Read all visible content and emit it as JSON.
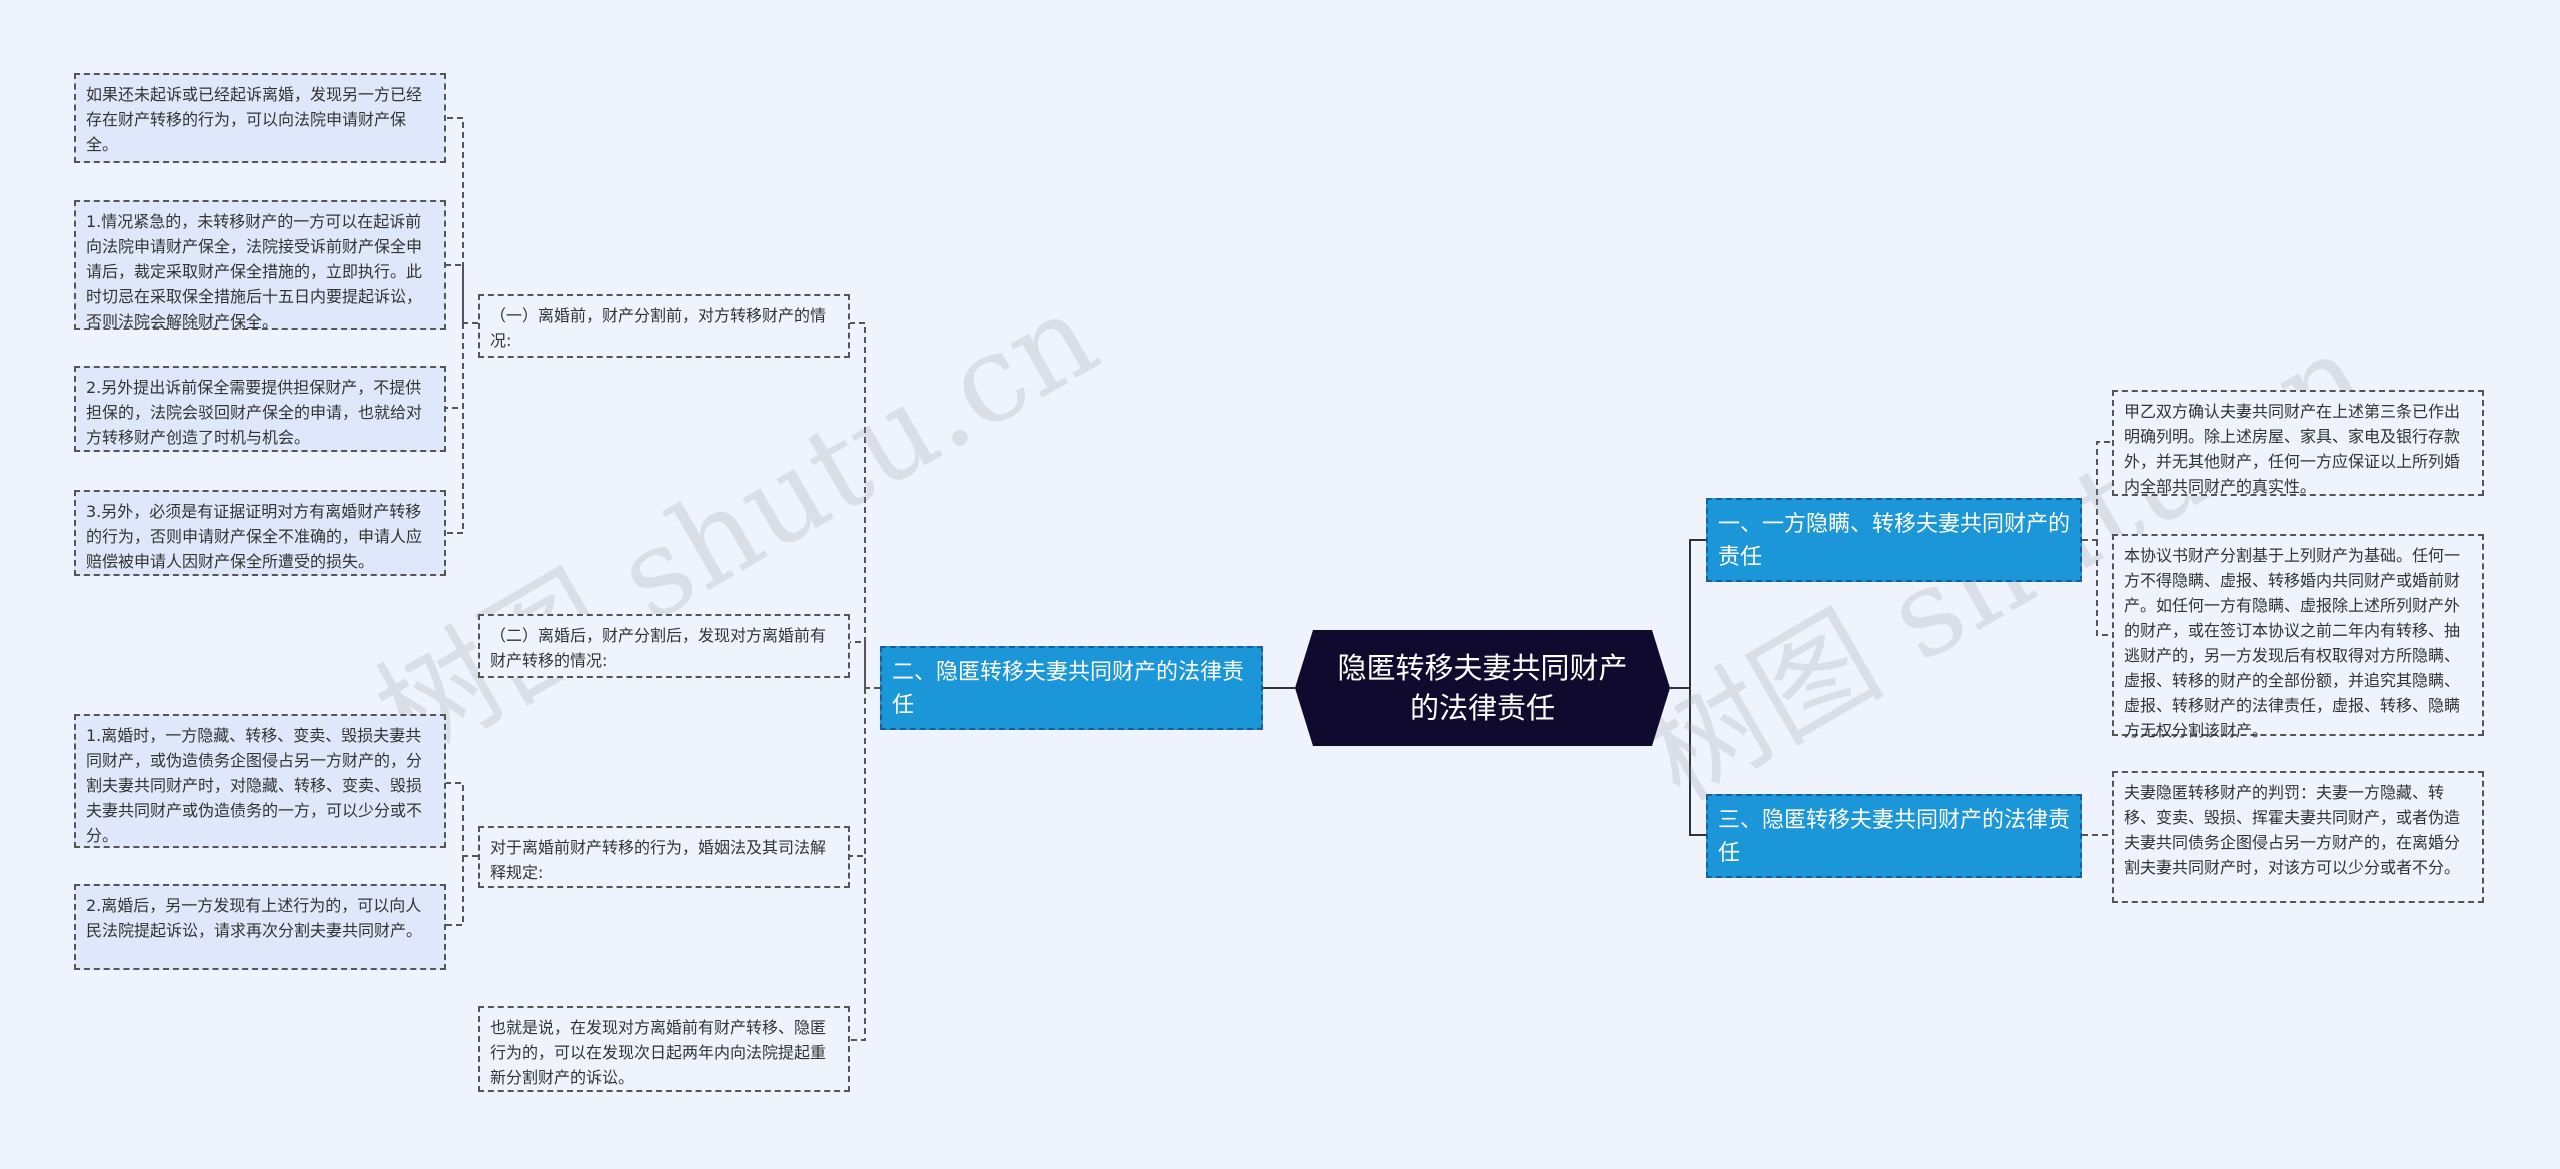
{
  "root": {
    "label": "隐匿转移夫妻共同财产的法律责任"
  },
  "branches": {
    "left": {
      "label": "二、隐匿转移夫妻共同财产的法律责任"
    },
    "right1": {
      "label": "一、一方隐瞒、转移夫妻共同财产的责任"
    },
    "right3": {
      "label": "三、隐匿转移夫妻共同财产的法律责任"
    }
  },
  "subs": {
    "before": "（一）离婚前，财产分割前，对方转移财产的情况:",
    "after": "（二）离婚后，财产分割后，发现对方离婚前有财产转移的情况:",
    "interpret": "对于离婚前财产转移的行为，婚姻法及其司法解释规定:",
    "period": "也就是说，在发现对方离婚前有财产转移、隐匿行为的，可以在发现次日起两年内向法院提起重新分割财产的诉讼。"
  },
  "leaves": {
    "l1": "如果还未起诉或已经起诉离婚，发现另一方已经存在财产转移的行为，可以向法院申请财产保全。",
    "l2": "1.情况紧急的，未转移财产的一方可以在起诉前向法院申请财产保全，法院接受诉前财产保全申请后，裁定采取财产保全措施的，立即执行。此时切忌在采取保全措施后十五日内要提起诉讼，否则法院会解除财产保全。",
    "l3": "2.另外提出诉前保全需要提供担保财产，不提供担保的，法院会驳回财产保全的申请，也就给对方转移财产创造了时机与机会。",
    "l4": "3.另外，必须是有证据证明对方有离婚财产转移的行为，否则申请财产保全不准确的，申请人应赔偿被申请人因财产保全所遭受的损失。",
    "l5": "1.离婚时，一方隐藏、转移、变卖、毁损夫妻共同财产，或伪造债务企图侵占另一方财产的，分割夫妻共同财产时，对隐藏、转移、变卖、毁损夫妻共同财产或伪造债务的一方，可以少分或不分。",
    "l6": "2.离婚后，另一方发现有上述行为的，可以向人民法院提起诉讼，请求再次分割夫妻共同财产。",
    "r1": "甲乙双方确认夫妻共同财产在上述第三条已作出明确列明。除上述房屋、家具、家电及银行存款外，并无其他财产，任何一方应保证以上所列婚内全部共同财产的真实性。",
    "r2": "本协议书财产分割基于上列财产为基础。任何一方不得隐瞒、虚报、转移婚内共同财产或婚前财产。如任何一方有隐瞒、虚报除上述所列财产外的财产，或在签订本协议之前二年内有转移、抽逃财产的，另一方发现后有权取得对方所隐瞒、虚报、转移的财产的全部份额，并追究其隐瞒、虚报、转移财产的法律责任，虚报、转移、隐瞒方无权分割该财产。",
    "r3": "夫妻隐匿转移财产的判罚：夫妻一方隐藏、转移、变卖、毁损、挥霍夫妻共同财产，或者伪造夫妻共同债务企图侵占另一方财产的，在离婚分割夫妻共同财产时，对该方可以少分或者不分。"
  },
  "watermark": [
    "树图 shutu.cn",
    "树图 shutu.cn"
  ],
  "colors": {
    "background": "#eef3fd",
    "root": "#0f0a2e",
    "branch": "#1b97d9",
    "line": "#555555"
  }
}
